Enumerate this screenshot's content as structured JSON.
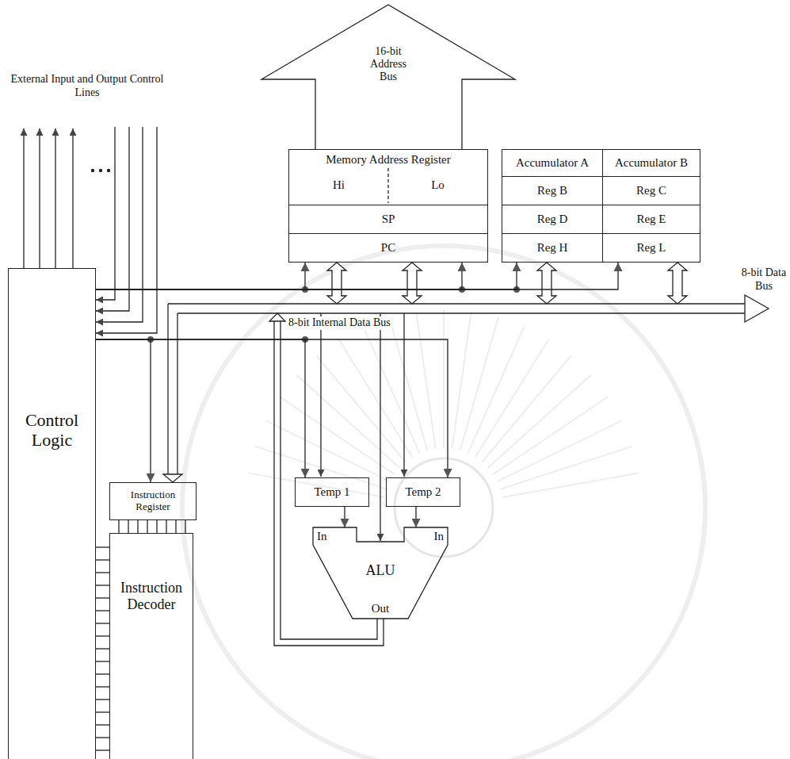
{
  "diagram": {
    "nodes": [
      {
        "text": [
          "16-bit Address Bus"
        ]
      },
      {
        "text": [
          "Memory Address Register",
          "Hi",
          "Lo"
        ]
      },
      {
        "text": [
          "SP"
        ]
      },
      {
        "text": [
          "PC"
        ]
      },
      {
        "text": [
          "Accumulator A"
        ]
      },
      {
        "text": [
          "Accumulator B"
        ]
      },
      {
        "text": [
          "Reg B"
        ]
      },
      {
        "text": [
          "Reg C"
        ]
      },
      {
        "text": [
          "Reg D"
        ]
      },
      {
        "text": [
          "Reg E"
        ]
      },
      {
        "text": [
          "Reg H"
        ]
      },
      {
        "text": [
          "Reg L"
        ]
      },
      {
        "text": [
          "Control Logic"
        ]
      },
      {
        "text": [
          "Instruction Register"
        ]
      },
      {
        "text": [
          "Temp 1"
        ]
      },
      {
        "text": [
          "Temp 2"
        ]
      },
      {
        "text": [
          "Instruction Decoder"
        ]
      },
      {
        "text": [
          "In",
          "In",
          "ALU",
          "Out"
        ]
      }
    ],
    "edges": [
      {
        "from": 12,
        "to": 3,
        "arrow": "to"
      },
      {
        "from": 12,
        "to": 3,
        "arrow": "to"
      },
      {
        "from": 12,
        "to": 10,
        "arrow": "to"
      },
      {
        "from": 12,
        "to": 11,
        "arrow": "to"
      },
      {
        "from": 12,
        "to": 13,
        "arrow": "to"
      },
      {
        "from": 12,
        "to": 14,
        "arrow": "to"
      },
      {
        "from": 12,
        "to": 15,
        "arrow": "to"
      },
      {
        "from": 13,
        "to": 16,
        "arrow": "none"
      },
      {
        "from": 16,
        "to": 12,
        "arrow": "none"
      },
      {
        "from": 14,
        "to": 17,
        "arrow": "to"
      },
      {
        "from": 15,
        "to": 17,
        "arrow": "to"
      }
    ],
    "labels": [
      "External Input and Output Control Lines",
      "8-bit Internal Data Bus",
      "8-bit Data Bus"
    ]
  }
}
